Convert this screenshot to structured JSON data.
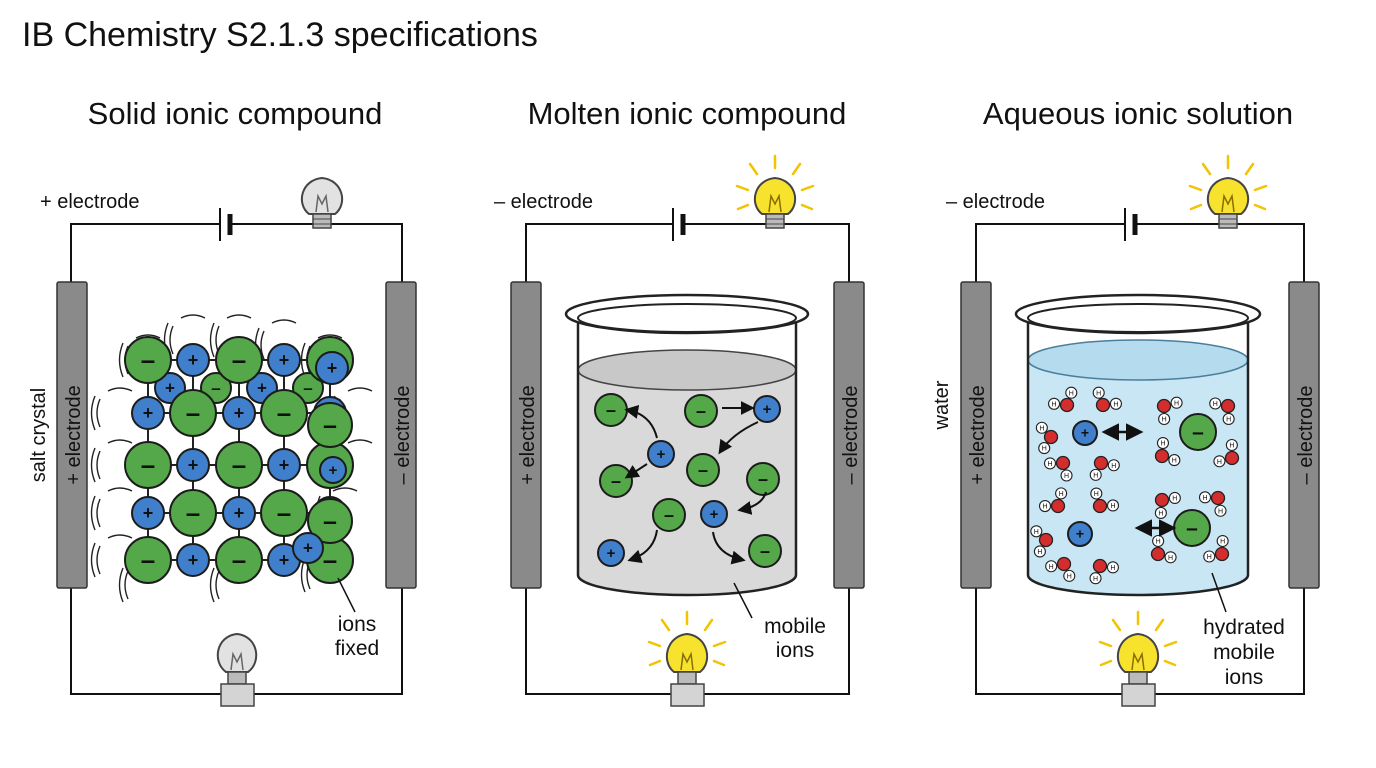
{
  "page": {
    "title": "IB Chemistry S2.1.3 specifications"
  },
  "panels": [
    {
      "title": "Solid ionic compound",
      "top_electrode_label": "+ electrode",
      "left_electrode_label": "+ electrode",
      "right_electrode_label": "– electrode",
      "side_label": "salt crystal",
      "annotation": [
        "ions",
        "fixed"
      ],
      "bulb_state": "off"
    },
    {
      "title": "Molten ionic compound",
      "top_electrode_label": "– electrode",
      "left_electrode_label": "+ electrode",
      "right_electrode_label": "– electrode",
      "annotation": [
        "mobile",
        "ions"
      ],
      "bulb_state": "on"
    },
    {
      "title": "Aqueous ionic solution",
      "top_electrode_label": "– electrode",
      "left_electrode_label": "+ electrode",
      "right_electrode_label": "– electrode",
      "side_label": "water",
      "annotation": [
        "hydrated",
        "mobile",
        "ions"
      ],
      "bulb_state": "on"
    }
  ],
  "symbols": {
    "cation": "+",
    "anion": "–",
    "hydrogen": "H"
  },
  "colors": {
    "cation": "#3f7fcb",
    "anion": "#55a84a",
    "oxygen": "#d42d2d",
    "electrode": "#8a8a8a",
    "molten_liquid": "#d9d9d9",
    "aqueous_liquid": "#c9e6f5",
    "bulb_on": "#f7e22e",
    "bulb_off": "#e2e2e2"
  }
}
